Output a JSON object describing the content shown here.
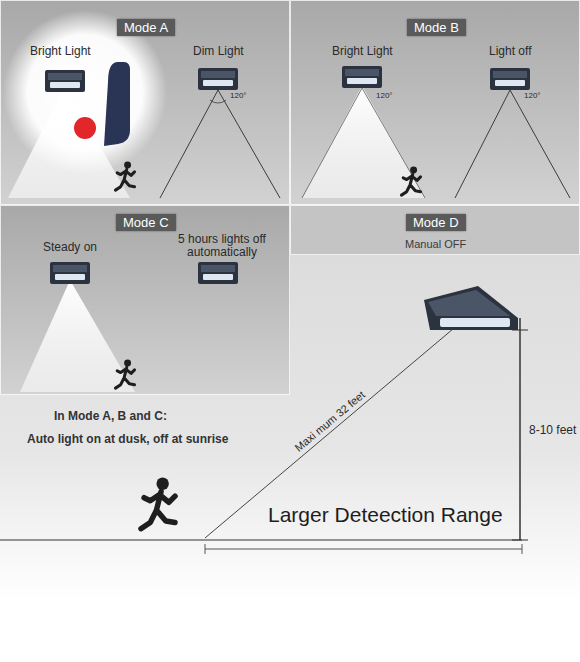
{
  "diagram": {
    "nodes": [
      {
        "text": [
          "Mode A"
        ]
      },
      {
        "text": [
          "Mode B"
        ]
      },
      {
        "text": [
          "Mode C"
        ]
      },
      {
        "text": [
          "Mode D",
          "Manual OFF"
        ]
      }
    ],
    "labels": [
      "Bright Light",
      "Dim Light",
      "120°",
      "Bright Light",
      "120°",
      "Light off",
      "120°",
      "Steady on",
      "5 hours lights off automatically",
      "In Mode A, B and C:",
      "Auto light on at dusk, off at sunrise",
      "Maxi mum 32 feet",
      "8-10 feet",
      "Larger Deteection Range"
    ]
  }
}
